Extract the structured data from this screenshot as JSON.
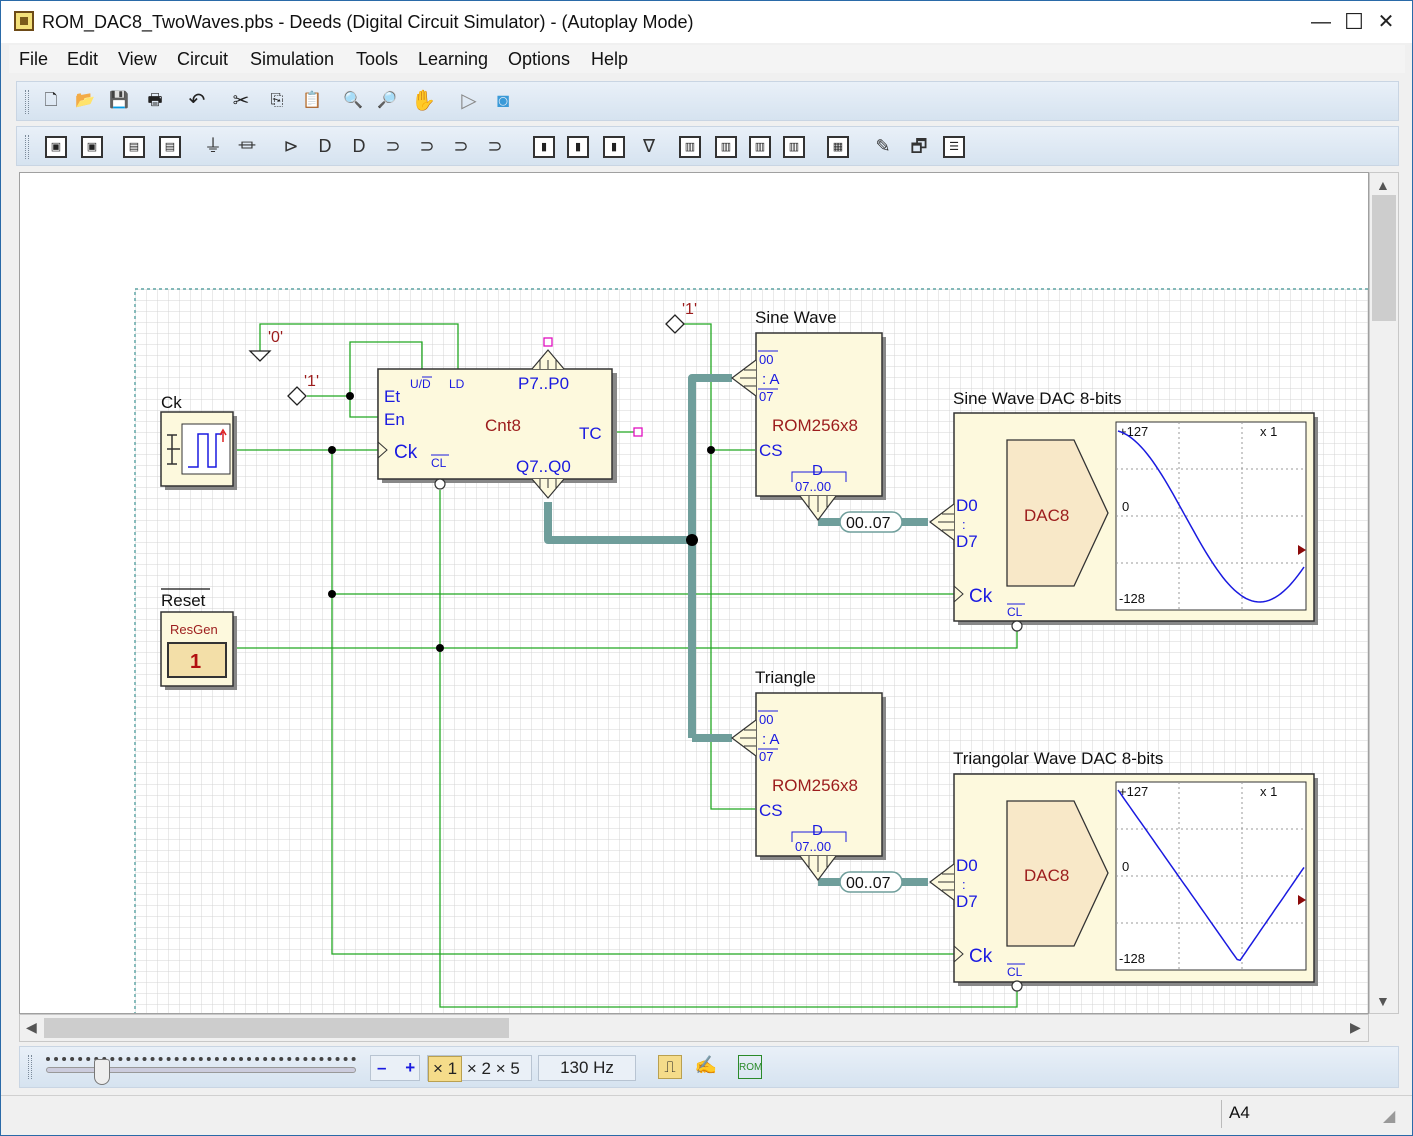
{
  "window": {
    "title": "ROM_DAC8_TwoWaves.pbs - Deeds (Digital Circuit Simulator) - (Autoplay Mode)",
    "minimize_glyph": "—",
    "maximize_glyph": "☐",
    "close_glyph": "✕"
  },
  "menu": [
    "File",
    "Edit",
    "View",
    "Circuit",
    "Simulation",
    "Tools",
    "Learning",
    "Options",
    "Help"
  ],
  "toolbar1": {
    "icons": [
      "new-file-icon",
      "open-folder-icon",
      "save-icon",
      "print-icon",
      "undo-icon",
      "cut-icon",
      "copy-icon",
      "paste-icon",
      "zoom-in-icon",
      "zoom-out-icon",
      "hand-pan-icon",
      "simulate-icon",
      "timing-icon"
    ]
  },
  "toolbar2": {
    "icons": [
      "input-icon",
      "output-icon",
      "switch-icon",
      "led-icon",
      "ground-icon",
      "vcc-icon",
      "buffer-icon",
      "and-gate-icon",
      "nand-gate-icon",
      "or-gate-icon",
      "nor-gate-icon",
      "xor-gate-icon",
      "xnor-gate-icon",
      "flipflop-d-icon",
      "flipflop-jk-icon",
      "mux-icon",
      "decoder-icon",
      "counter-icon",
      "register-icon",
      "memory-icon",
      "display-icon",
      "keyboard-icon",
      "text-icon",
      "properties-icon",
      "list-icon"
    ]
  },
  "circuit": {
    "ck": {
      "label": "Ck"
    },
    "reset": {
      "label": "Reset",
      "box": "ResGen",
      "value": "1"
    },
    "const0": "'0'",
    "const1a": "'1'",
    "const1b": "'1'",
    "counter": {
      "name": "Cnt8",
      "udn": "U/D",
      "ld": "LD",
      "p": "P7..P0",
      "et": "Et",
      "en": "En",
      "ck": "Ck",
      "tc": "TC",
      "cl": "CL",
      "q": "Q7..Q0"
    },
    "rom1": {
      "title": "Sine Wave",
      "name": "ROM256x8",
      "a00": "00",
      "acolon": ": A",
      "a07": "07",
      "cs": "CS",
      "d": "D",
      "d0700": "07..00"
    },
    "rom2": {
      "title": "Triangle",
      "name": "ROM256x8",
      "a00": "00",
      "acolon": ": A",
      "a07": "07",
      "cs": "CS",
      "d": "D",
      "d0700": "07..00"
    },
    "bus1": "00..07",
    "bus2": "00..07",
    "dac1": {
      "title": "Sine Wave DAC 8-bits",
      "name": "DAC8",
      "d0": "D0",
      "colon": ":",
      "d7": "D7",
      "ck": "Ck",
      "cl": "CL",
      "ymax": "+127",
      "yzero": "0",
      "ymin": "-128",
      "scale": "x 1",
      "waveform": "sine"
    },
    "dac2": {
      "title": "Triangolar Wave DAC 8-bits",
      "name": "DAC8",
      "d0": "D0",
      "colon": ":",
      "d7": "D7",
      "ck": "Ck",
      "cl": "CL",
      "ymax": "+127",
      "yzero": "0",
      "ymin": "-128",
      "scale": "x 1",
      "waveform": "triangle"
    }
  },
  "bottom": {
    "minus": "–",
    "plus": "+",
    "speed_x1": "× 1",
    "speed_x2": "× 2",
    "speed_x5": "× 5",
    "selected_speed": "× 1",
    "frequency": "130 Hz"
  },
  "status": {
    "page_size": "A4"
  },
  "colors": {
    "wire": "#22a822",
    "bus": "#6f9e9b",
    "component_fill": "#fdf9dd",
    "pin_text": "#1a1ae0",
    "name_text": "#9c1c1c",
    "wave": "#1a1ae0"
  }
}
